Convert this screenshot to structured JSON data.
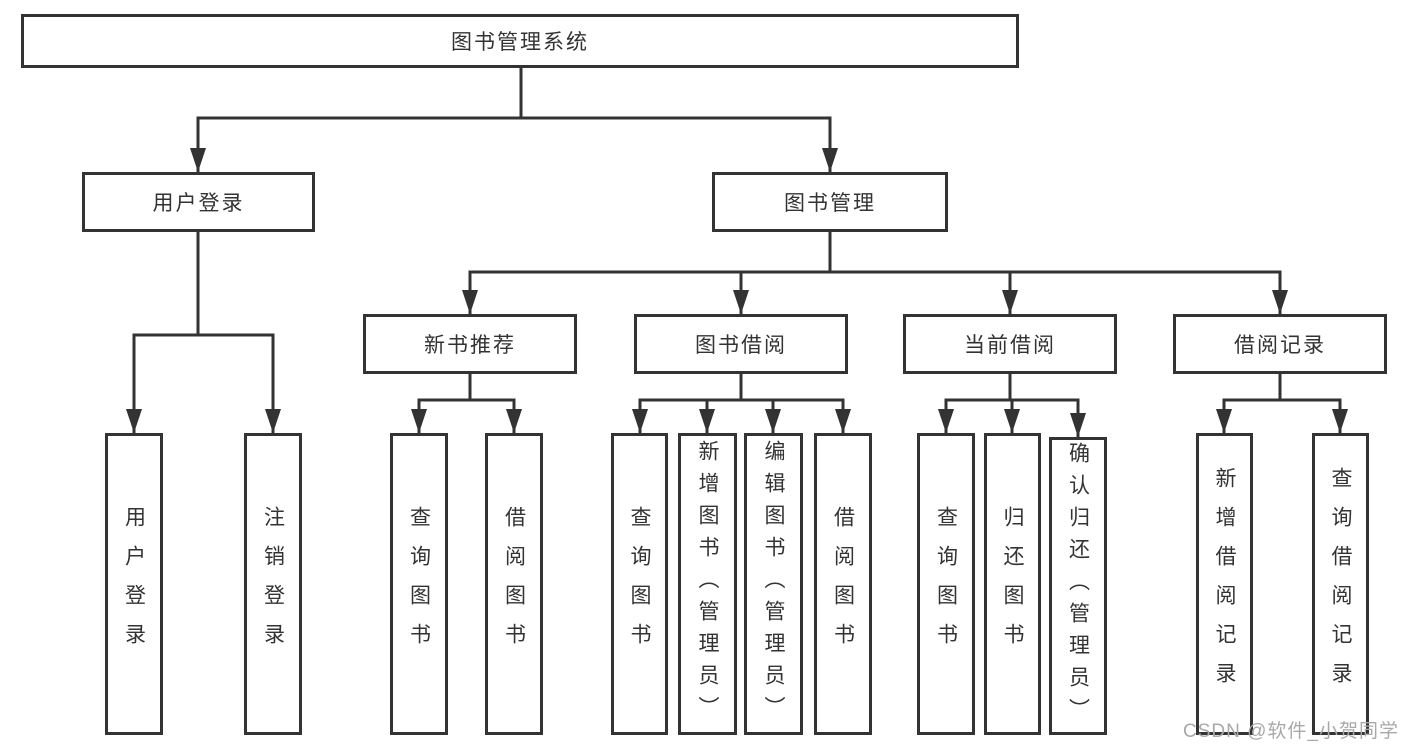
{
  "tree": {
    "root": {
      "label": "图书管理系统"
    },
    "level2": [
      {
        "id": "user-login",
        "label": "用户登录"
      },
      {
        "id": "book-management",
        "label": "图书管理"
      }
    ],
    "level3": [
      {
        "id": "new-book-recommend",
        "label": "新书推荐"
      },
      {
        "id": "book-borrow",
        "label": "图书借阅"
      },
      {
        "id": "current-borrow",
        "label": "当前借阅"
      },
      {
        "id": "borrow-records",
        "label": "借阅记录"
      }
    ],
    "leaves": {
      "user_login": [
        "用户登录",
        "注销登录"
      ],
      "new_book_recommend": [
        "查询图书",
        "借阅图书"
      ],
      "book_borrow": [
        "查询图书",
        "新增图书（管理员）",
        "编辑图书（管理员）",
        "借阅图书"
      ],
      "current_borrow": [
        "查询图书",
        "归还图书",
        "确认归还（管理员）"
      ],
      "borrow_records": [
        "新增借阅记录",
        "查询借阅记录"
      ]
    }
  },
  "watermark": "CSDN @软件_小贺同学",
  "colors": {
    "line": "#333333",
    "box_border": "#333333",
    "text": "#333333",
    "background": "#ffffff",
    "watermark": "#a9a9a9"
  }
}
